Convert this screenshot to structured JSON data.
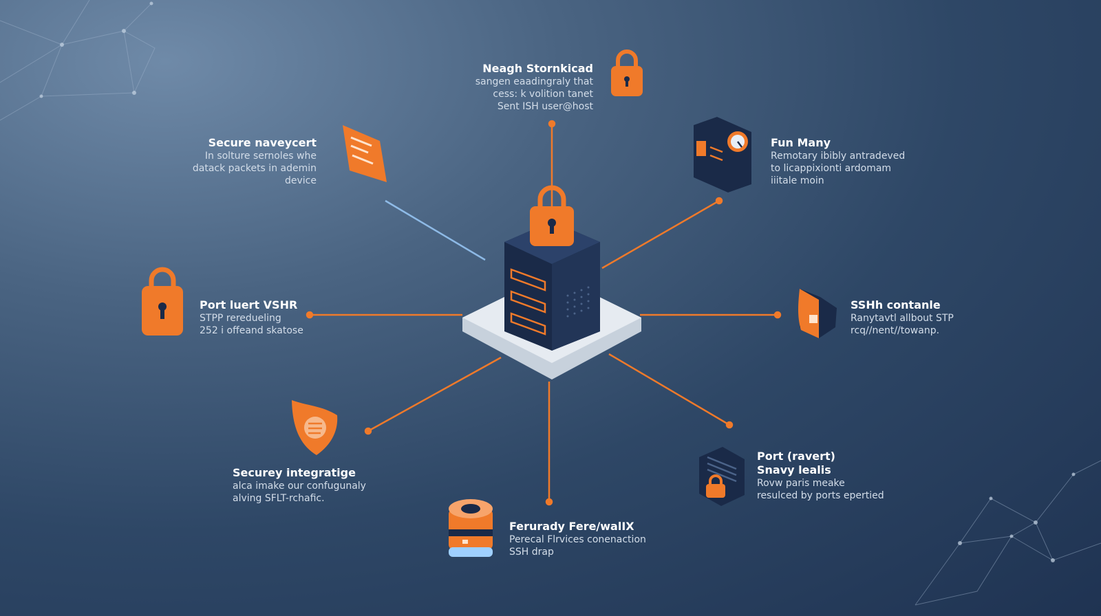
{
  "accent": "#f07a2a",
  "navy": "#1e3050",
  "nodes": {
    "top": {
      "title": "Neagh Stornkicad",
      "lines": [
        "sangen eaadingraly that",
        "cess: k volition tanet",
        "Sent ISH user@host"
      ],
      "icon": "padlock-icon"
    },
    "top_left": {
      "title": "Secure naveycert",
      "lines": [
        "In solture sernoles whe",
        "datack packets in ademin",
        "device"
      ],
      "icon": "document-icon"
    },
    "top_right": {
      "title": "Fun Many",
      "lines": [
        "Remotary ibibly antradeved",
        "to licappixionti ardomam",
        "iiitale moin"
      ],
      "icon": "server-gauge-icon"
    },
    "left": {
      "title": "Port luert VSHR",
      "lines": [
        "STPP reredueling",
        "252 i offeand skatose"
      ],
      "icon": "padlock-icon"
    },
    "right": {
      "title": "SSHh contanle",
      "lines": [
        "Ranytavtl allbout STP",
        "rcq//nent//towanp."
      ],
      "icon": "shield-icon"
    },
    "bottom_left": {
      "title": "Securey integratige",
      "lines": [
        "alca imake our confugunaly",
        "alving SFLT-rchafic."
      ],
      "icon": "shield-icon"
    },
    "bottom": {
      "title": "Ferurady Fere/walIX",
      "lines": [
        "Perecal Flrvices conenaction",
        "SSH drap"
      ],
      "icon": "database-icon"
    },
    "bottom_right": {
      "title": "Port (ravert)",
      "subtitle": "Snavy lealis",
      "lines": [
        "Rovw paris meake",
        "resulced by ports epertied"
      ],
      "icon": "document-lock-icon"
    }
  }
}
